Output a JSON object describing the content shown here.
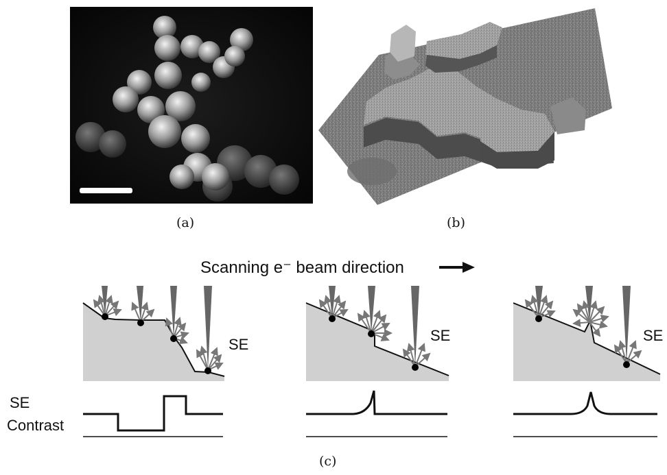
{
  "captions": {
    "a": "(a)",
    "b": "(b)",
    "c": "(c)"
  },
  "scan_title": "Scanning e⁻ beam direction",
  "diagrams": [
    {
      "se_label": "SE"
    },
    {
      "se_label": "SE"
    },
    {
      "se_label": "SE"
    }
  ],
  "contrast_axis": {
    "line1": "SE",
    "line2": "Contrast"
  },
  "colors": {
    "specimen": "#d0d0d0",
    "beam": "#666666",
    "arrow": "#777777",
    "dot": "#000000"
  }
}
